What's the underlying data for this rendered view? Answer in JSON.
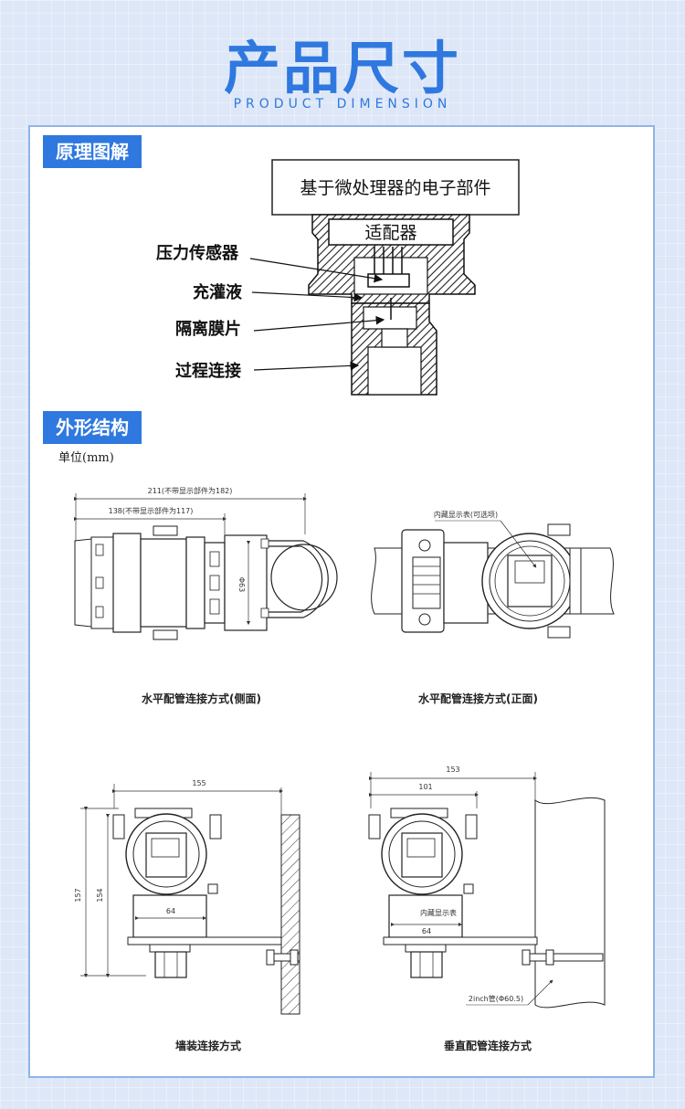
{
  "header": {
    "title": "产品尺寸",
    "subtitle": "PRODUCT DIMENSION"
  },
  "principle": {
    "tag": "原理图解",
    "electronics_box": "基于微处理器的电子部件",
    "adapter": "适配器",
    "labels": [
      "压力传感器",
      "充灌液",
      "隔离膜片",
      "过程连接"
    ]
  },
  "structure": {
    "tag": "外形结构",
    "unit": "单位(mm)",
    "side_view": {
      "caption": "水平配管连接方式(侧面)",
      "dim_total": "211(不带显示部件为182)",
      "dim_body": "138(不带显示部件为117)",
      "dim_pipe": "Φ63"
    },
    "front_view": {
      "caption": "水平配管连接方式(正面)",
      "display_note": "内藏显示表(可选项)"
    },
    "wall_view": {
      "caption": "墙装连接方式",
      "dim_width": "155",
      "dim_h_outer": "157",
      "dim_h_inner": "154",
      "dim_bracket": "64"
    },
    "vertical_view": {
      "caption": "垂直配管连接方式",
      "dim_width": "153",
      "dim_inner": "101",
      "dim_bracket": "64",
      "display_note": "内藏显示表",
      "pipe_note": "2inch管(Φ60.5)"
    }
  },
  "colors": {
    "accent": "#2f78df",
    "background": "#dde7f7",
    "panel_border": "#8fb5e6"
  }
}
